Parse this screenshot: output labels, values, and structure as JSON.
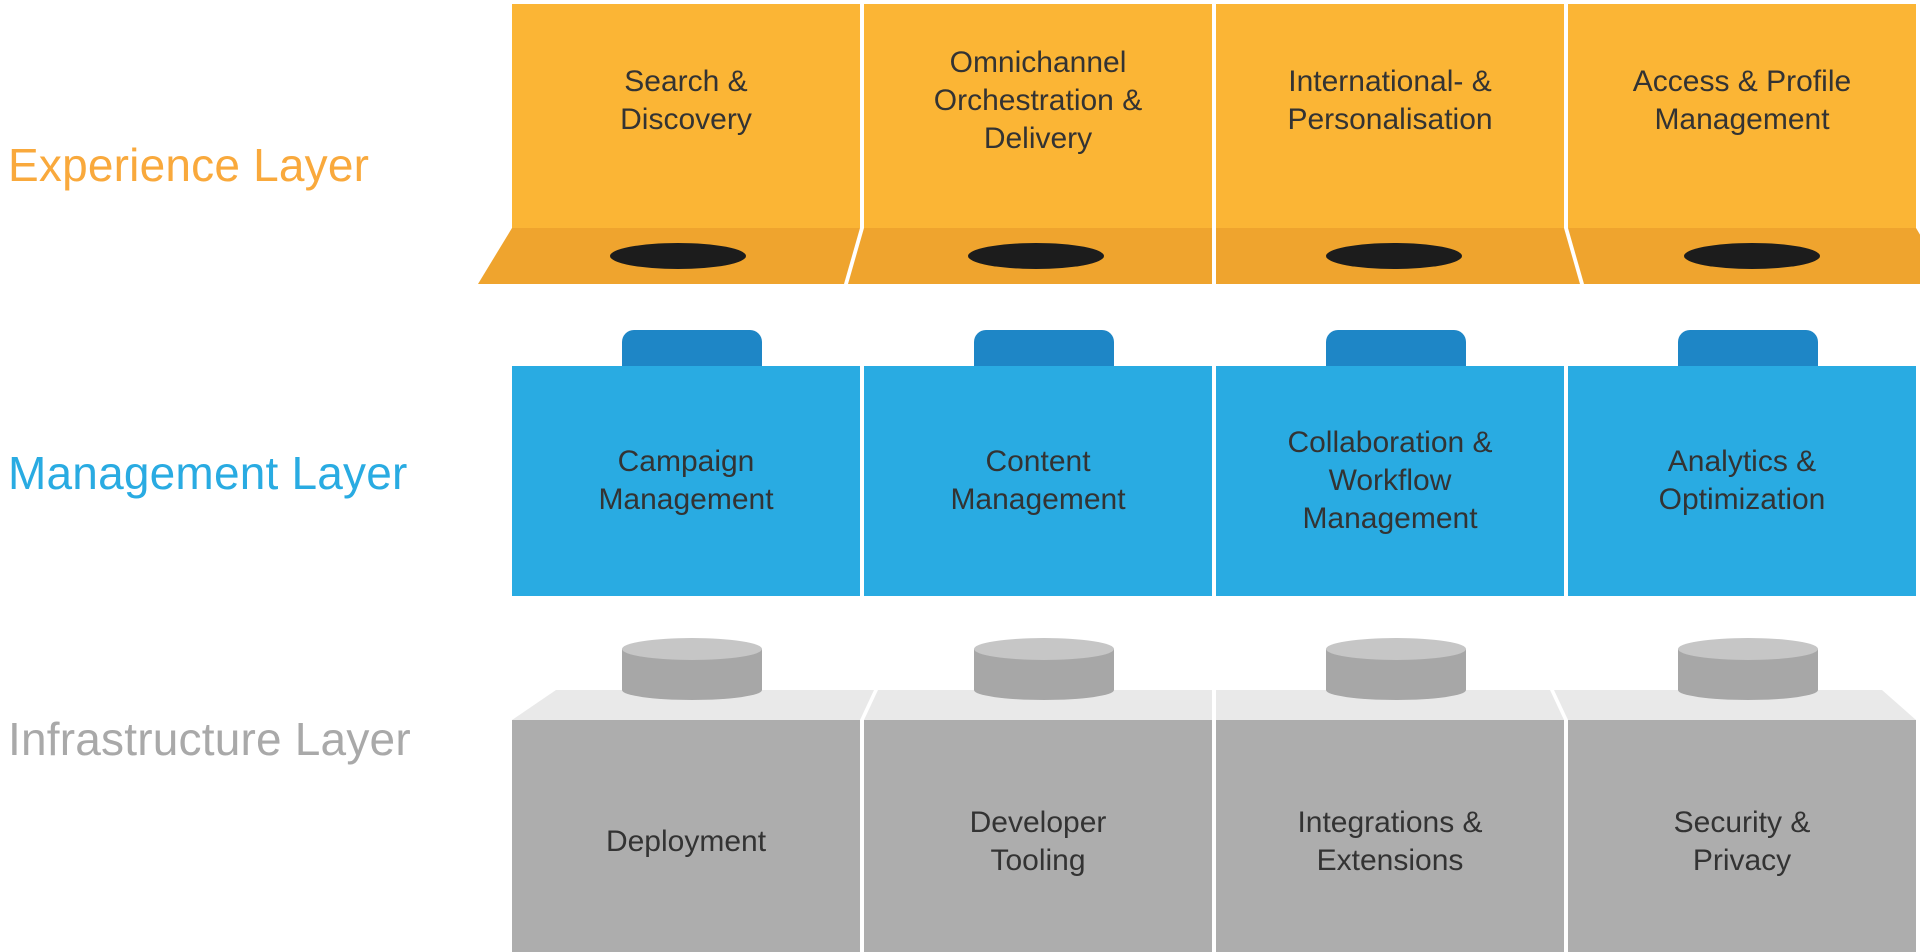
{
  "colors": {
    "experience_main": "#FBB535",
    "experience_under": "#EFA42E",
    "experience_label": "#F9A93C",
    "antistud": "#1C1C1C",
    "management_main": "#29ABE2",
    "management_stud": "#1E86C6",
    "management_label": "#29ABE2",
    "infrastructure_main": "#ADADAD",
    "infrastructure_top": "#E9E9E9",
    "infrastructure_stud": "#A7A7A7",
    "infrastructure_stud_cap": "#C6C6C6",
    "infrastructure_label": "#A9A9A9",
    "block_text": "#333333",
    "background": "#FFFFFF"
  },
  "layers": [
    {
      "label": "Experience Layer",
      "blocks": [
        {
          "label": "Search &\nDiscovery"
        },
        {
          "label": "Omnichannel\nOrchestration &\nDelivery"
        },
        {
          "label": "International- &\nPersonalisation"
        },
        {
          "label": "Access & Profile\nManagement"
        }
      ]
    },
    {
      "label": "Management Layer",
      "blocks": [
        {
          "label": "Campaign\nManagement"
        },
        {
          "label": "Content\nManagement"
        },
        {
          "label": "Collaboration &\nWorkflow\nManagement"
        },
        {
          "label": "Analytics &\nOptimization"
        }
      ]
    },
    {
      "label": "Infrastructure Layer",
      "blocks": [
        {
          "label": "Deployment"
        },
        {
          "label": "Developer\nTooling"
        },
        {
          "label": "Integrations &\nExtensions"
        },
        {
          "label": "Security &\nPrivacy"
        }
      ]
    }
  ]
}
